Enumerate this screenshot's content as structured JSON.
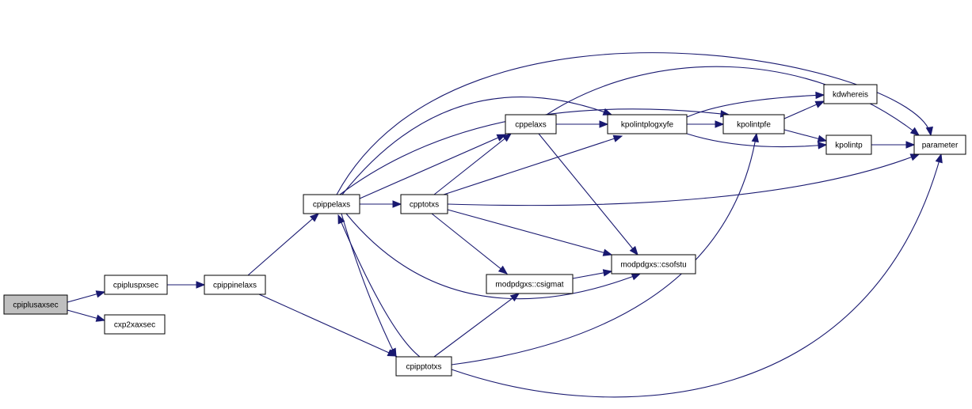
{
  "graph": {
    "edge_color": "#191970",
    "root_fill": "#bfbfbf",
    "node_fill": "#ffffff",
    "nodes": [
      {
        "id": "cpiplusaxsec",
        "label": "cpiplusaxsec",
        "root": true
      },
      {
        "id": "cpipluspxsec",
        "label": "cpipluspxsec"
      },
      {
        "id": "cxp2xaxsec",
        "label": "cxp2xaxsec"
      },
      {
        "id": "cpippinelaxs",
        "label": "cpippinelaxs"
      },
      {
        "id": "cpippelaxs",
        "label": "cpippelaxs"
      },
      {
        "id": "cpipptotxs",
        "label": "cpipptotxs"
      },
      {
        "id": "cpptotxs",
        "label": "cpptotxs"
      },
      {
        "id": "cppelaxs",
        "label": "cppelaxs"
      },
      {
        "id": "kpolintplogxyfe",
        "label": "kpolintplogxyfe"
      },
      {
        "id": "kpolintpfe",
        "label": "kpolintpfe"
      },
      {
        "id": "kdwhereis",
        "label": "kdwhereis"
      },
      {
        "id": "kpolintp",
        "label": "kpolintp"
      },
      {
        "id": "parameter",
        "label": "parameter"
      },
      {
        "id": "csofstu",
        "label": "modpdgxs::csofstu"
      },
      {
        "id": "csigmat",
        "label": "modpdgxs::csigmat"
      }
    ],
    "edges": [
      {
        "from": "cpiplusaxsec",
        "to": "cpipluspxsec"
      },
      {
        "from": "cpiplusaxsec",
        "to": "cxp2xaxsec"
      },
      {
        "from": "cpipluspxsec",
        "to": "cpippinelaxs"
      },
      {
        "from": "cpippinelaxs",
        "to": "cpippelaxs"
      },
      {
        "from": "cpippinelaxs",
        "to": "cpipptotxs"
      },
      {
        "from": "cpippelaxs",
        "to": "cpptotxs"
      },
      {
        "from": "cpippelaxs",
        "to": "cppelaxs"
      },
      {
        "from": "cpippelaxs",
        "to": "kpolintplogxyfe"
      },
      {
        "from": "cpippelaxs",
        "to": "kpolintpfe"
      },
      {
        "from": "cpippelaxs",
        "to": "parameter"
      },
      {
        "from": "cpippelaxs",
        "to": "csofstu"
      },
      {
        "from": "cpippelaxs",
        "to": "cpipptotxs"
      },
      {
        "from": "cpipptotxs",
        "to": "cpippelaxs"
      },
      {
        "from": "cpipptotxs",
        "to": "csigmat"
      },
      {
        "from": "cpipptotxs",
        "to": "kpolintpfe"
      },
      {
        "from": "cpipptotxs",
        "to": "parameter"
      },
      {
        "from": "cpptotxs",
        "to": "cppelaxs"
      },
      {
        "from": "cpptotxs",
        "to": "kpolintplogxyfe"
      },
      {
        "from": "cpptotxs",
        "to": "parameter"
      },
      {
        "from": "cpptotxs",
        "to": "csofstu"
      },
      {
        "from": "cpptotxs",
        "to": "csigmat"
      },
      {
        "from": "cppelaxs",
        "to": "kpolintplogxyfe"
      },
      {
        "from": "cppelaxs",
        "to": "kpolintp"
      },
      {
        "from": "cppelaxs",
        "to": "csofstu"
      },
      {
        "from": "kpolintplogxyfe",
        "to": "kpolintpfe"
      },
      {
        "from": "kpolintplogxyfe",
        "to": "kdwhereis"
      },
      {
        "from": "kpolintplogxyfe",
        "to": "kpolintp"
      },
      {
        "from": "kpolintpfe",
        "to": "kdwhereis"
      },
      {
        "from": "kpolintpfe",
        "to": "kpolintp"
      },
      {
        "from": "kpolintp",
        "to": "parameter"
      },
      {
        "from": "csigmat",
        "to": "csofstu"
      }
    ]
  }
}
